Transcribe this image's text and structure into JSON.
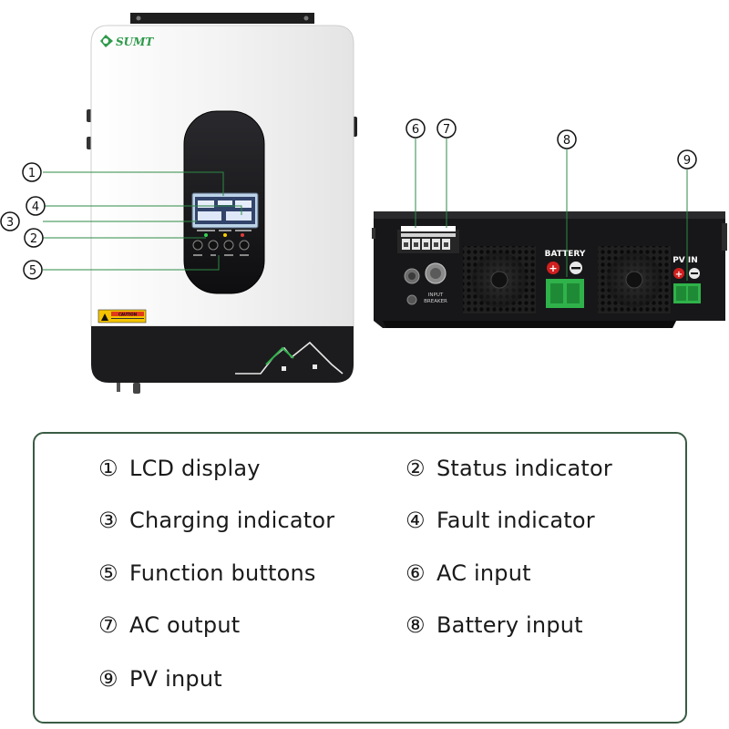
{
  "brand": {
    "name": "SUMT"
  },
  "device_labels": {
    "caution": "CAUTION",
    "battery": "BATTERY",
    "pv_in": "PV IN",
    "input_breaker_line1": "INPUT",
    "input_breaker_line2": "BREAKER"
  },
  "callouts": [
    "1",
    "2",
    "3",
    "4",
    "5",
    "6",
    "7",
    "8",
    "9"
  ],
  "legend": [
    {
      "num": "①",
      "label": "LCD display"
    },
    {
      "num": "②",
      "label": "Status indicator"
    },
    {
      "num": "③",
      "label": "Charging indicator"
    },
    {
      "num": "④",
      "label": "Fault indicator"
    },
    {
      "num": "⑤",
      "label": "Function buttons"
    },
    {
      "num": "⑥",
      "label": "AC input"
    },
    {
      "num": "⑦",
      "label": "AC output"
    },
    {
      "num": "⑧",
      "label": "Battery input"
    },
    {
      "num": "⑨",
      "label": "PV input"
    }
  ],
  "colors": {
    "brand_green": "#2e9a4a",
    "callout_line": "#2e8a45",
    "legend_border": "#3a5b44",
    "device_body": "#f2f2f2",
    "device_dark": "#1c1c1e",
    "terminal_green": "#2fb24a",
    "positive_red": "#d11f1f"
  }
}
